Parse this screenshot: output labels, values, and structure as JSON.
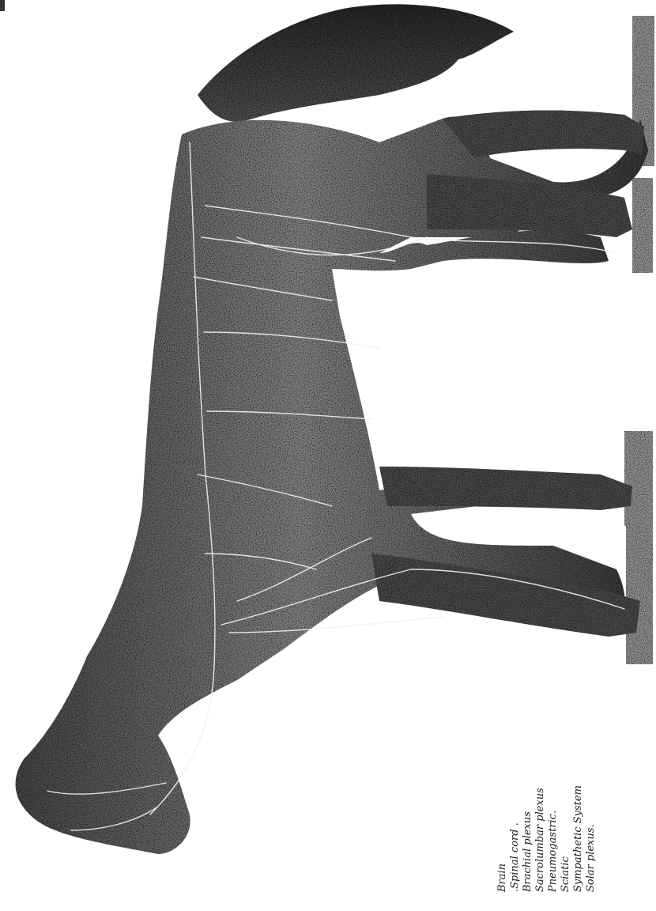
{
  "plate": {
    "subject": "horse-nervous-system",
    "colors": {
      "paper": "#ffffff",
      "body_tone": "#6f6f6f",
      "shadow_tone": "#2d2d2d",
      "nerve_lines": "#f4f4f4",
      "ground": "#8a8a8a"
    }
  },
  "legend": {
    "items": [
      {
        "label": "Brain"
      },
      {
        "label": ".Spinal cord ."
      },
      {
        "label": "Brachial plexus"
      },
      {
        "label": "Sacrolumbar plexus"
      },
      {
        "label": "Pneumogastric."
      },
      {
        "label": "Sciatic"
      },
      {
        "label": "Sympathetic System"
      },
      {
        "label": "Solar plexus."
      }
    ]
  }
}
